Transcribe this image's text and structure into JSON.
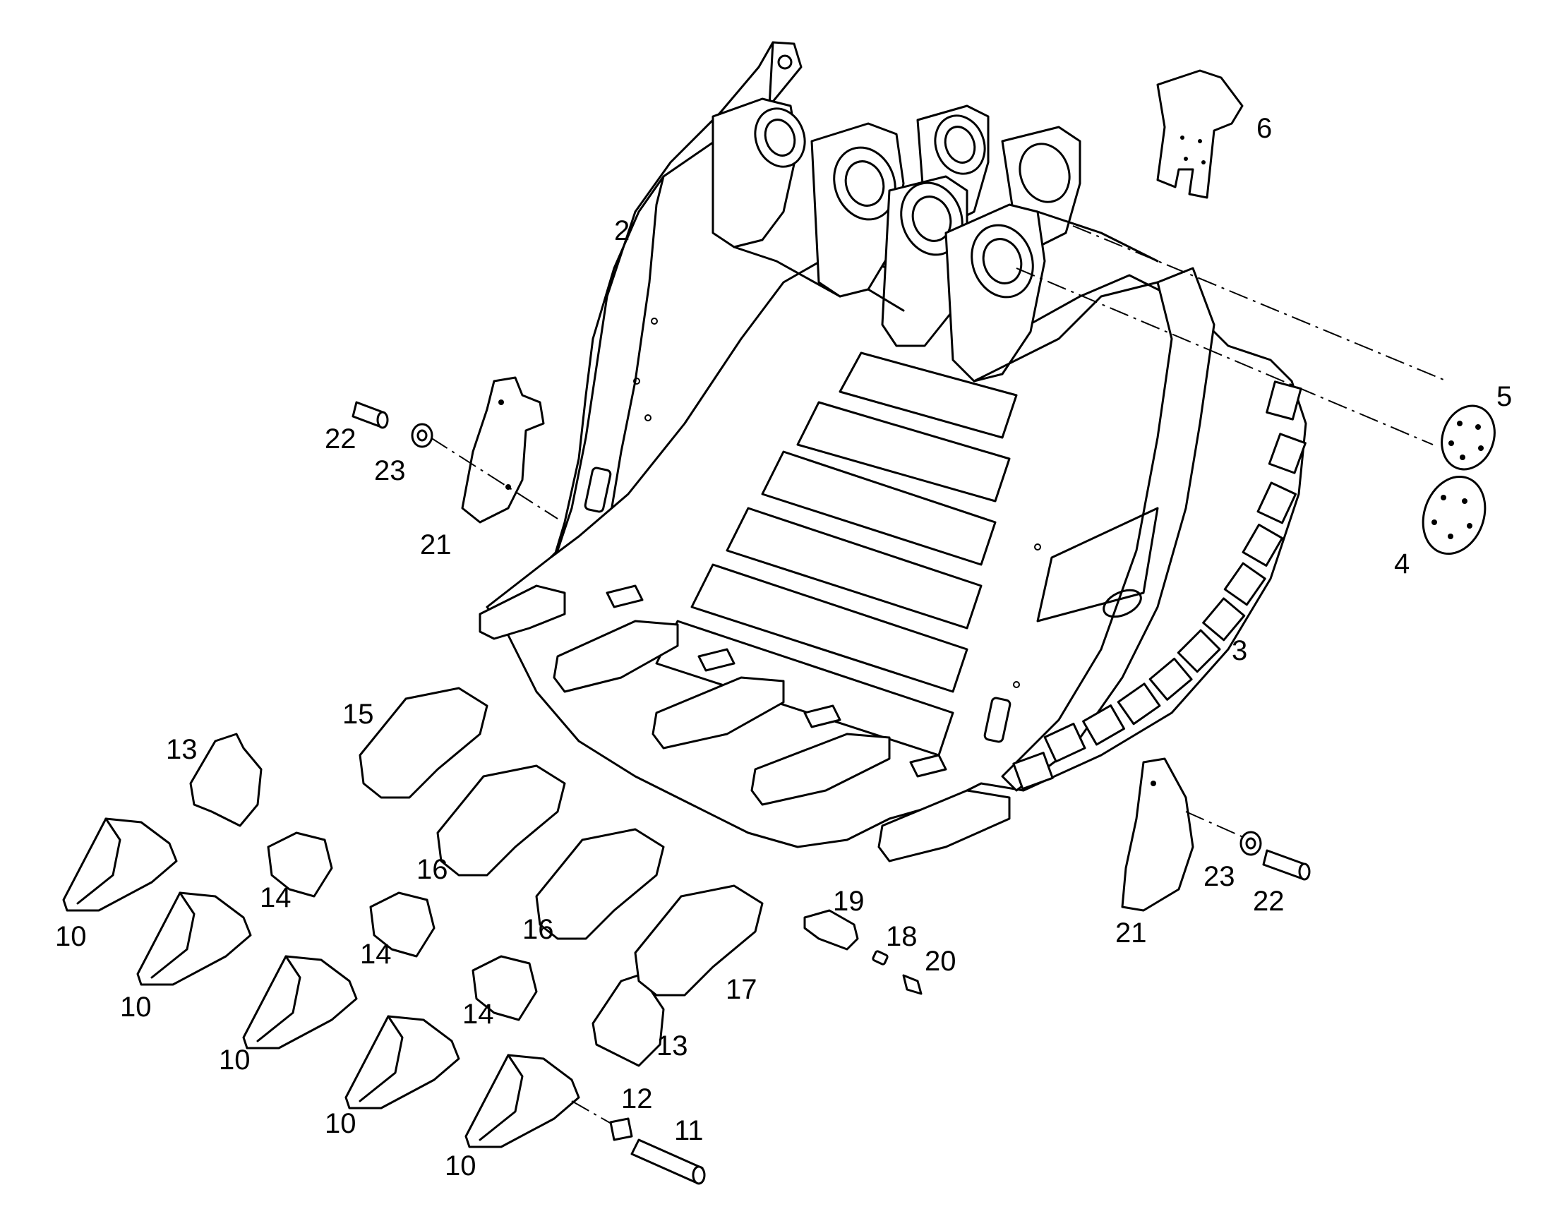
{
  "diagram": {
    "background": "#ffffff",
    "line_color": "#000000"
  },
  "callouts": {
    "c2": "2",
    "c3": "3",
    "c4": "4",
    "c5": "5",
    "c6": "6",
    "c10a": "10",
    "c10b": "10",
    "c10c": "10",
    "c10d": "10",
    "c10e": "10",
    "c11": "11",
    "c12": "12",
    "c13a": "13",
    "c13b": "13",
    "c14a": "14",
    "c14b": "14",
    "c14c": "14",
    "c15": "15",
    "c16a": "16",
    "c16b": "16",
    "c17": "17",
    "c18": "18",
    "c19": "19",
    "c20": "20",
    "c21a": "21",
    "c21b": "21",
    "c22a": "22",
    "c22b": "22",
    "c23a": "23",
    "c23b": "23"
  }
}
